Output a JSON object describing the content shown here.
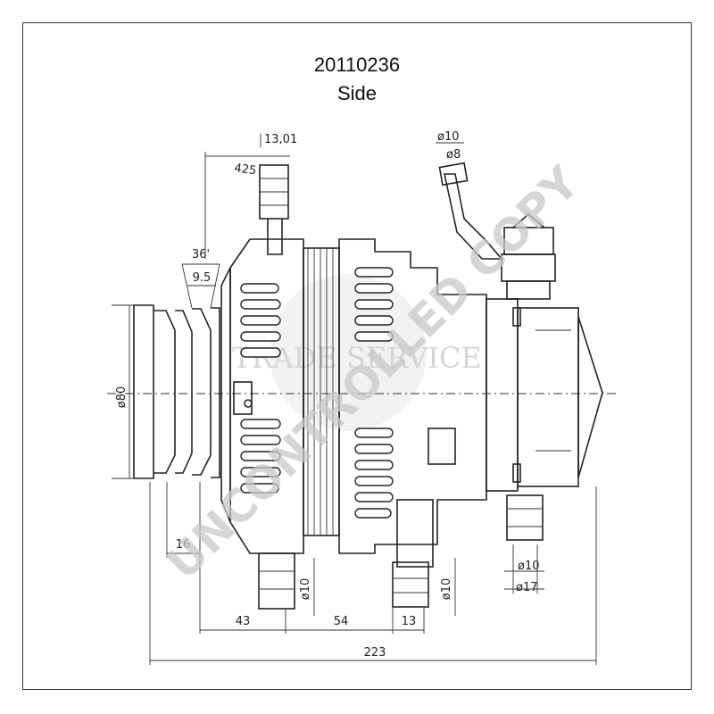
{
  "header": {
    "part_number": "20110236",
    "view": "Side"
  },
  "dimensions": {
    "angle": "36'",
    "groove": "9.5",
    "top_offset": "425",
    "top_small": "13,01",
    "pulley_dia": "ø80",
    "d16": "16",
    "d43": "43",
    "d54": "54",
    "d13": "13",
    "d223": "223",
    "dia10_a": "ø10",
    "dia10_b": "ø10",
    "dia10_c": "ø10",
    "dia10_top": "ø10",
    "dia8_top": "ø8",
    "dia17": "ø17"
  },
  "watermarks": {
    "uncontrolled": "UNCONTROLLED COPY",
    "trade": "TRADE SERVICE"
  },
  "colors": {
    "line": "#222222",
    "watermark": "#c9c9c9"
  }
}
